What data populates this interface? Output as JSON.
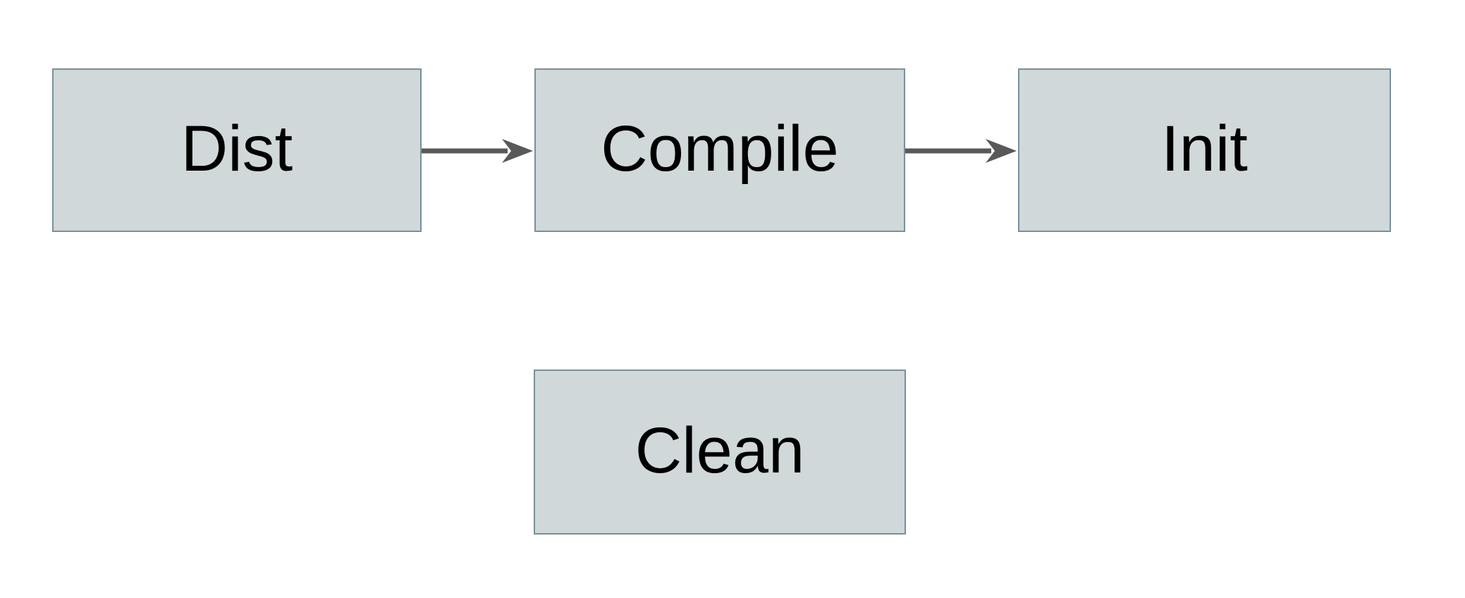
{
  "diagram": {
    "title": "build-targets-flowchart",
    "nodes": [
      {
        "id": "dist",
        "label": "Dist"
      },
      {
        "id": "compile",
        "label": "Compile"
      },
      {
        "id": "init",
        "label": "Init"
      },
      {
        "id": "clean",
        "label": "Clean"
      }
    ],
    "edges": [
      {
        "from": "Dist",
        "to": "Compile",
        "direction": "right"
      },
      {
        "from": "Compile",
        "to": "Init",
        "direction": "right"
      }
    ]
  },
  "colors": {
    "background": "#ffffff",
    "node-fill": "#d0d8da",
    "node-border": "#78909c",
    "arrow": "#595959",
    "label": "#000000"
  }
}
